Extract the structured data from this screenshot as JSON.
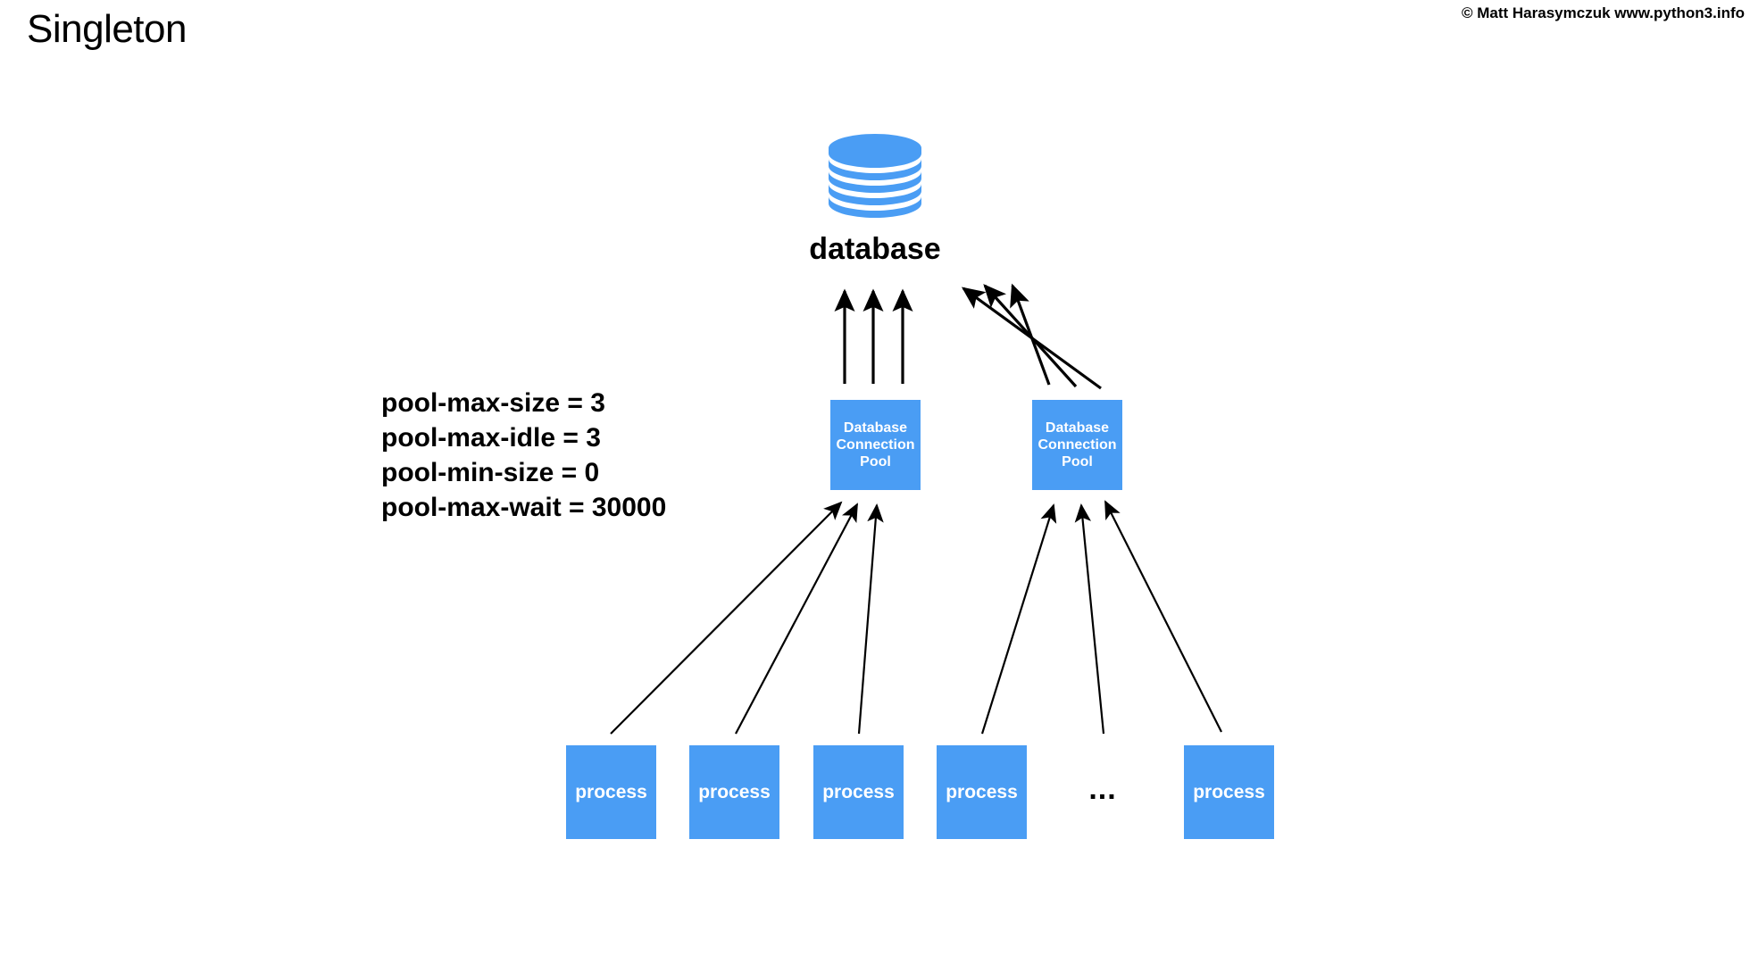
{
  "header": {
    "title": "Singleton",
    "copyright": "© Matt Harasymczuk www.python3.info"
  },
  "colors": {
    "accent_blue": "#4a9df4",
    "text_black": "#000000",
    "box_text": "#ffffff",
    "background": "#ffffff",
    "arrow": "#000000"
  },
  "diagram": {
    "database": {
      "icon": "database-cylinder-icon",
      "label": "database",
      "disc_count": 6
    },
    "config": {
      "lines": [
        "pool-max-size = 3",
        "pool-max-idle = 3",
        "pool-min-size = 0",
        "pool-max-wait = 30000"
      ]
    },
    "pools": [
      {
        "label": "Database Connection Pool",
        "lines": [
          "Database",
          "Connection",
          "Pool"
        ]
      },
      {
        "label": "Database Connection Pool",
        "lines": [
          "Database",
          "Connection",
          "Pool"
        ]
      }
    ],
    "processes": [
      {
        "label": "process"
      },
      {
        "label": "process"
      },
      {
        "label": "process"
      },
      {
        "label": "process"
      },
      {
        "label": "process"
      }
    ],
    "ellipsis": "...",
    "connections": {
      "pool_to_database_left_count": 3,
      "pool_to_database_right_count": 3,
      "process_to_pool_left_count": 3,
      "process_to_pool_right_count": 3
    }
  }
}
